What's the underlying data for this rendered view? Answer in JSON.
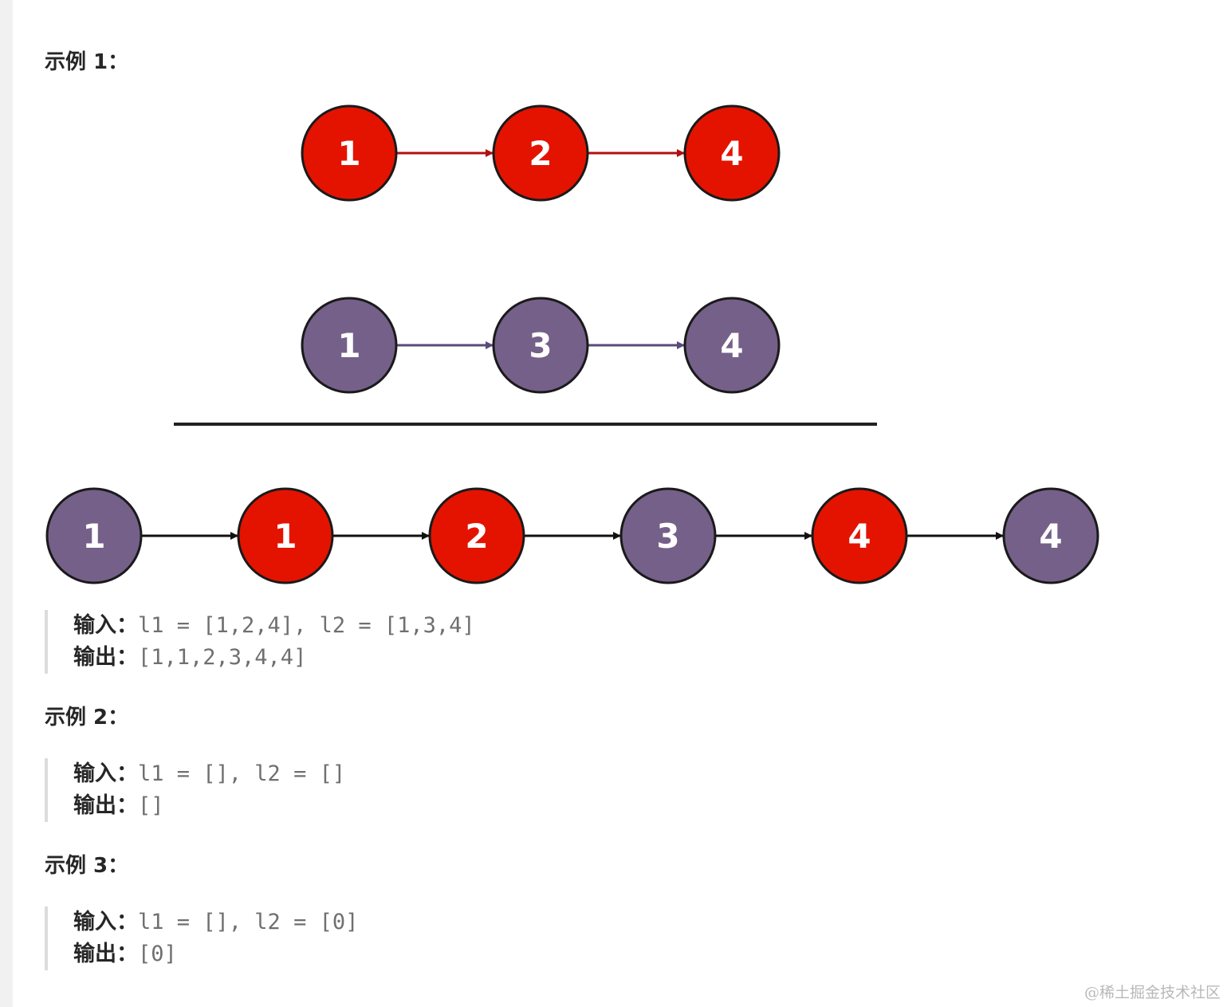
{
  "examples": [
    {
      "heading": "示例 1：",
      "input_key": "输入：",
      "input_value": "l1 = [1,2,4], l2 = [1,3,4]",
      "output_key": "输出：",
      "output_value": "[1,1,2,3,4,4]"
    },
    {
      "heading": "示例 2：",
      "input_key": "输入：",
      "input_value": "l1 = [], l2 = []",
      "output_key": "输出：",
      "output_value": "[]"
    },
    {
      "heading": "示例 3：",
      "input_key": "输入：",
      "input_value": "l1 = [], l2 = [0]",
      "output_key": "输出：",
      "output_value": "[0]"
    }
  ],
  "diagram": {
    "list1": {
      "values": [
        "1",
        "2",
        "4"
      ],
      "color": "#e41300",
      "arrow_color": "#b01010"
    },
    "list2": {
      "values": [
        "1",
        "3",
        "4"
      ],
      "color": "#75608a",
      "arrow_color": "#5a4a78"
    },
    "merged": {
      "nodes": [
        {
          "value": "1",
          "color": "#75608a"
        },
        {
          "value": "1",
          "color": "#e41300"
        },
        {
          "value": "2",
          "color": "#e41300"
        },
        {
          "value": "3",
          "color": "#75608a"
        },
        {
          "value": "4",
          "color": "#e41300"
        },
        {
          "value": "4",
          "color": "#75608a"
        }
      ],
      "arrow_color": "#111111"
    },
    "divider_color": "#222222",
    "node_stroke": "#1a1a1a"
  },
  "watermark": "@稀土掘金技术社区"
}
